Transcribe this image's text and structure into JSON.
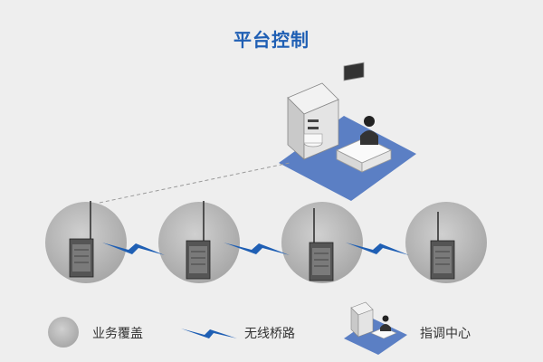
{
  "title": "平台控制",
  "colors": {
    "accent": "#1f5fb4",
    "link": "#1f5fb4",
    "coverage": "#b5b5b5",
    "floor": "#5b7fc4",
    "background": "#eeeeee"
  },
  "icons": {
    "coverage": "coverage-circle-icon",
    "link": "wireless-bridge-bolt-icon",
    "center": "dispatch-center-icon",
    "radio": "radio-transceiver-icon"
  },
  "nodes": [
    "coverage-1",
    "coverage-2",
    "coverage-3",
    "coverage-4"
  ],
  "legend": {
    "coverage_label": "业务覆盖",
    "link_label": "无线桥路",
    "center_label": "指调中心"
  }
}
